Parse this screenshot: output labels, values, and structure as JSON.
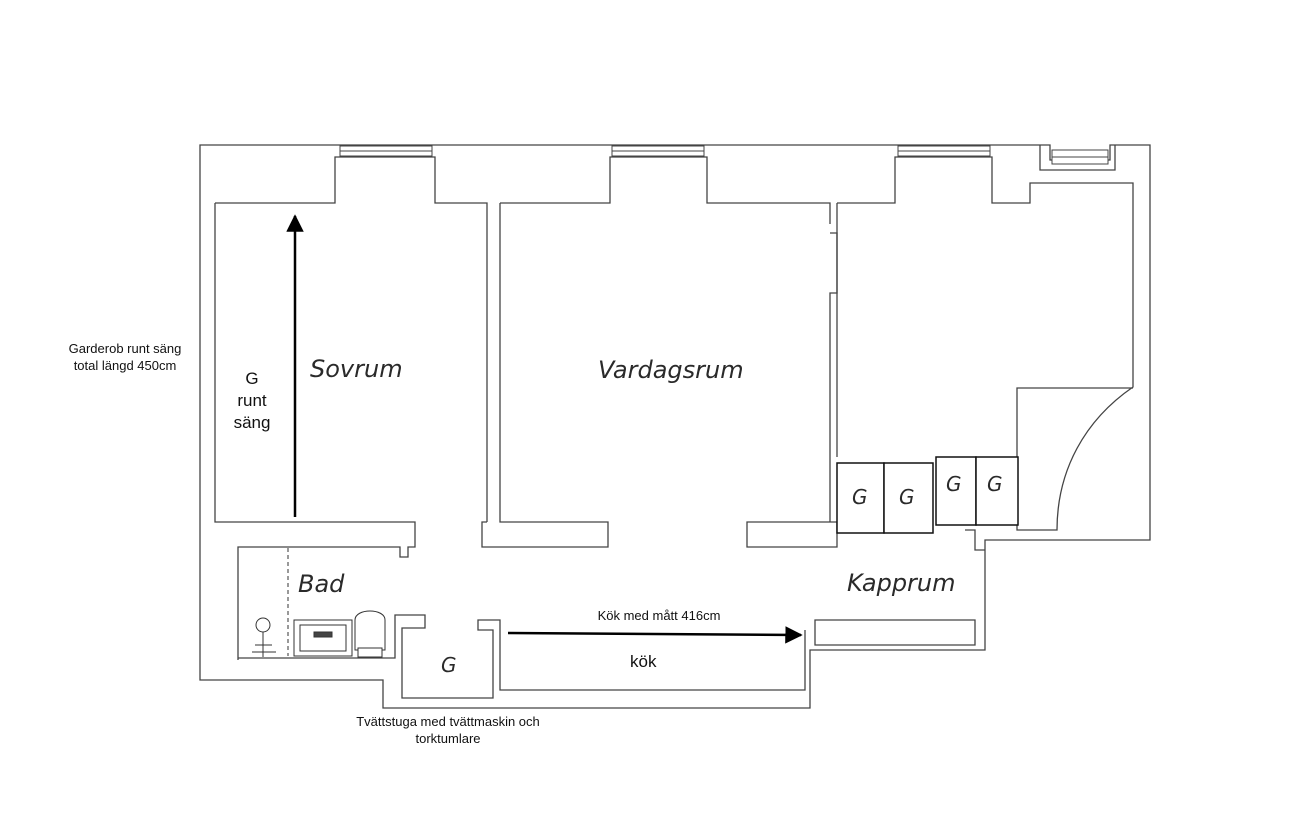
{
  "rooms": {
    "sovrum": "Sovrum",
    "vardagsrum": "Vardagsrum",
    "bad": "Bad",
    "kapprum": "Kapprum",
    "kok": "kök"
  },
  "wardrobe": {
    "label": "G",
    "laundry_cabinet": "G",
    "side_label": [
      "G",
      "runt",
      "säng"
    ]
  },
  "annotations": {
    "garderob_note": [
      "Garderob runt säng",
      "total längd 450cm"
    ],
    "kok_measure": "Kök med mått 416cm",
    "laundry_note": [
      "Tvättstuga med tvättmaskin och",
      "torktumlare"
    ]
  }
}
